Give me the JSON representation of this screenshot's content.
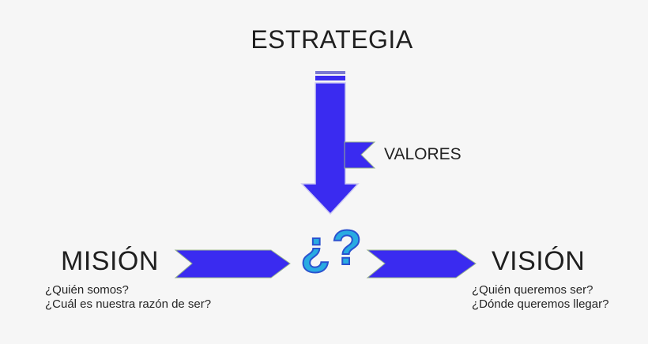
{
  "title": "ESTRATEGIA",
  "valores": {
    "label": "VALORES"
  },
  "center": {
    "symbol": "¿?"
  },
  "mision": {
    "label": "MISIÓN",
    "questions": [
      "¿Quién somos?",
      "¿Cuál es nuestra razón de ser?"
    ]
  },
  "vision": {
    "label": "VISIÓN",
    "questions": [
      "¿Quién queremos ser?",
      "¿Dónde queremos llegar?"
    ]
  },
  "colors": {
    "background": "#f6f6f6",
    "shape_blue": "#3a2bf0",
    "stripe_muted": "#7b79d2",
    "shape_outline_green": "#96b28e",
    "arrow_outline": "#cbc9f1",
    "question_fill": "#29abe2",
    "question_outline": "#2a52cf",
    "text": "#1f1f1f"
  }
}
